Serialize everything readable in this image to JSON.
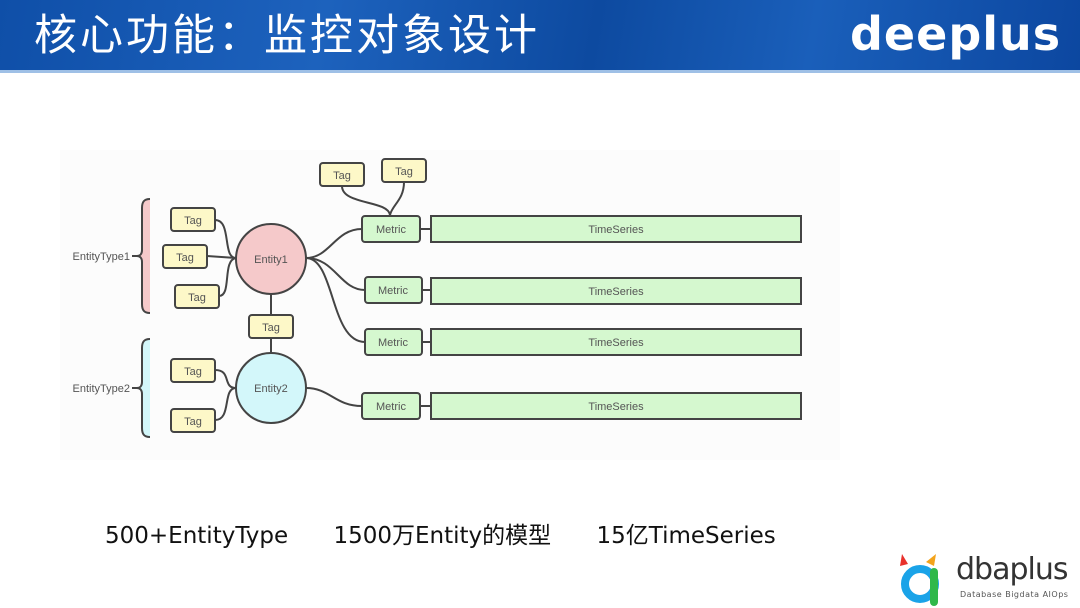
{
  "header": {
    "title": "核心功能：监控对象设计",
    "brand": "deeplus"
  },
  "diagram": {
    "entity_types": [
      {
        "label": "EntityType1",
        "color": "#f5c9ca"
      },
      {
        "label": "EntityType2",
        "color": "#d3f7fa"
      }
    ],
    "entities": [
      {
        "label": "Entity1",
        "color": "#f5c9ca"
      },
      {
        "label": "Entity2",
        "color": "#d3f7fa"
      }
    ],
    "tag_label": "Tag",
    "metric_label": "Metric",
    "timeseries_label": "TimeSeries",
    "colors": {
      "tag_fill": "#fdf8c8",
      "metric_fill": "#d5f8cf",
      "stroke": "#444444"
    }
  },
  "footer": {
    "stats": [
      "500+EntityType",
      "1500万Entity的模型",
      "15亿TimeSeries"
    ]
  },
  "logo": {
    "name": "dbaplus",
    "tagline": "Database  Bigdata  AIOps"
  }
}
